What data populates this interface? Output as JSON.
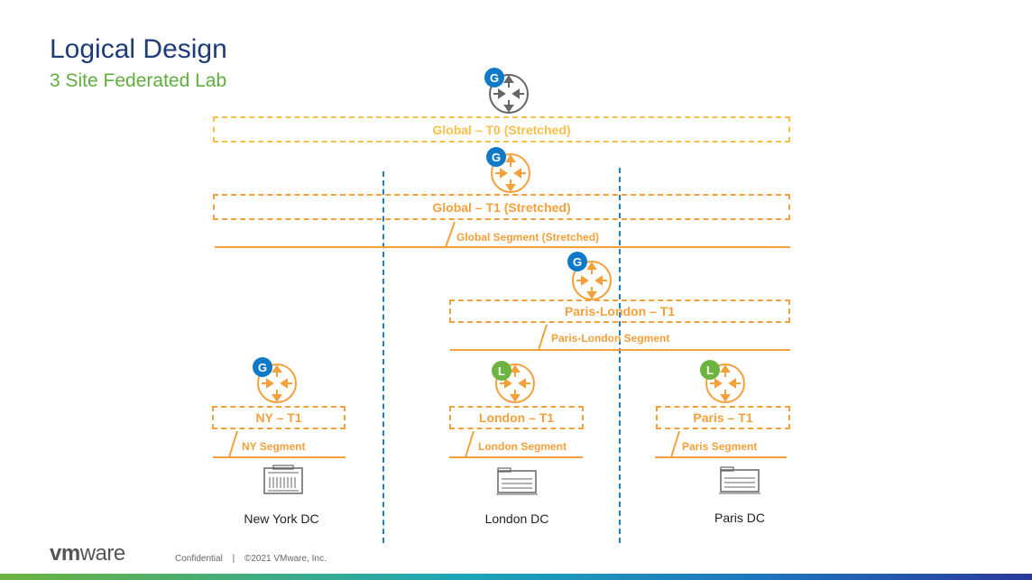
{
  "header": {
    "title": "Logical Design",
    "subtitle": "3 Site Federated Lab"
  },
  "diagram": {
    "global_t0": "Global – T0 (Stretched)",
    "global_t1": "Global – T1 (Stretched)",
    "global_segment": "Global Segment (Stretched)",
    "paris_london_t1": "Paris-London – T1",
    "paris_london_segment": "Paris-London Segment",
    "ny_t1": "NY – T1",
    "ny_segment": "NY Segment",
    "london_t1": "London – T1",
    "london_segment": "London Segment",
    "paris_t1": "Paris – T1",
    "paris_segment": "Paris Segment",
    "ny_dc": "New York DC",
    "london_dc": "London DC",
    "paris_dc": "Paris DC",
    "badge_global": "G",
    "badge_local": "L"
  },
  "colors": {
    "orange": "#f5a03a",
    "yellow": "#f8c04a",
    "blue_badge": "#1079c8",
    "green_badge": "#6db33f",
    "divider": "#1f7fc9"
  },
  "footer": {
    "logo_vm": "vm",
    "logo_ware": "ware",
    "confidential": "Confidential",
    "separator": "|",
    "copyright": "©2021 VMware, Inc."
  }
}
